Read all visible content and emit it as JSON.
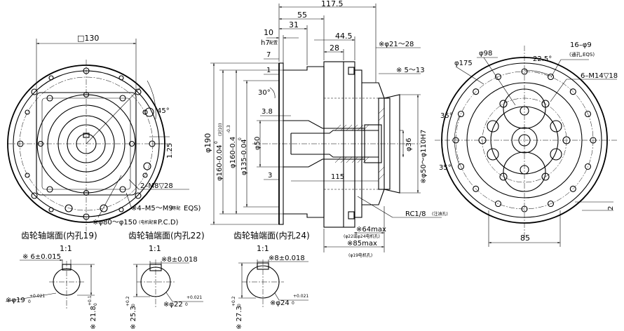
{
  "left_view": {
    "square": "□130",
    "angle": "45°",
    "tapped": "2–M8▽28",
    "holes": "※4–M5～M9",
    "holes_note": "(等配",
    "holes_eqs": "EQS)",
    "pcd": "※φ80～φ150",
    "pcd_note": "(电机配套",
    "pcd_unit": "P.C.D)",
    "dim_1_25": "1.25"
  },
  "center_view": {
    "d117_5": "117.5",
    "d55": "55",
    "d31": "31",
    "d10": "10",
    "h7": "h7",
    "h7_sub": "配置",
    "d44_5": "44.5",
    "d28": "28",
    "d7": "7",
    "d1": "1",
    "ang30": "30°",
    "d3_8": "3.8",
    "d3": "3",
    "d115": "115",
    "phi190": "φ190",
    "phi160": "φ160-0.04",
    "phi160_zero": "0",
    "phi160_note": "(对10)",
    "phi135": "φ135-0.04",
    "phi135_zero": "0",
    "phi160b": "φ160-0.4",
    "phi160b_zero": "-0.3",
    "phi50": "φ50",
    "phi21_28": "※φ21～28",
    "d5_13": "※ 5～13",
    "phi36": "φ36",
    "phi50_110": "※φ50～φ110H7",
    "rc": "RC1/8",
    "rc_note": "(注油孔)",
    "d64": "※64max",
    "d64_note": "(φ22或φ24电机孔)",
    "d85": "※85max",
    "d85_note": "(φ19电机孔)"
  },
  "right_view": {
    "phi98": "φ98",
    "phi175": "φ175",
    "ang22_5": "22.5°",
    "holes16": "16–φ9",
    "holes16_note": "(通孔,EQS)",
    "m14": "6–M14▽18",
    "ang35a": "35°",
    "ang35b": "35°",
    "d85": "85",
    "d2": "2"
  },
  "sections": [
    {
      "title": "齿轮轴端面(内孔19)",
      "scale": "1:1",
      "key": "※ 6±0.015",
      "bore": "※φ19",
      "bore_tol": "+0.021",
      "bore_zero": "0",
      "height": "※ 21.8",
      "height_tol": "+0.1",
      "height_zero": "0"
    },
    {
      "title": "齿轮轴端面(内孔22)",
      "scale": "1:1",
      "key": "※8±0.018",
      "bore": "※φ22",
      "bore_tol": "+0.021",
      "bore_zero": "0",
      "height": "※ 25.3",
      "height_tol": "+0.2",
      "height_zero": "0"
    },
    {
      "title": "齿轮轴端面(内孔24)",
      "scale": "1:1",
      "key": "※8±0.018",
      "bore": "※φ24",
      "bore_tol": "+0.021",
      "bore_zero": "0",
      "height": "※ 27.3",
      "height_tol": "+0.2",
      "height_zero": "0"
    }
  ]
}
